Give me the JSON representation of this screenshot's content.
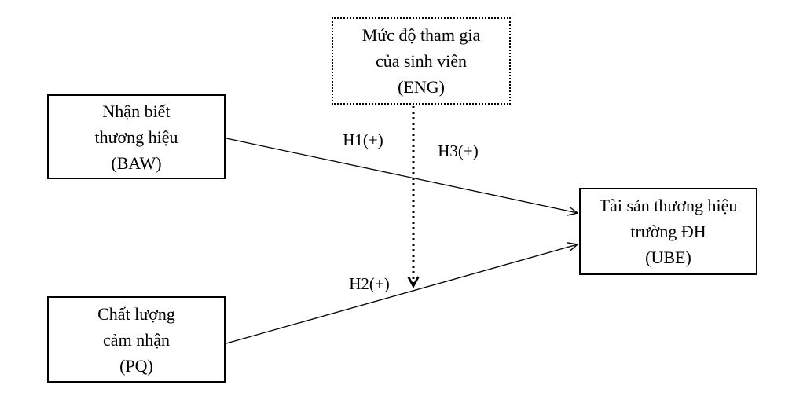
{
  "diagram": {
    "background_color": "#ffffff",
    "line_color": "#000000",
    "text_color": "#000000",
    "nodes": {
      "eng": {
        "line1": "Mức độ tham gia",
        "line2": "của sinh viên",
        "line3": "(ENG)",
        "border_style": "dotted"
      },
      "baw": {
        "line1": "Nhận biết",
        "line2": "thương hiệu",
        "line3": "(BAW)",
        "border_style": "solid"
      },
      "pq": {
        "line1": "Chất lượng",
        "line2": "cảm nhận",
        "line3": "(PQ)",
        "border_style": "solid"
      },
      "ube": {
        "line1": "Tài sản thương hiệu",
        "line2": "trường ĐH",
        "line3": "(UBE)",
        "border_style": "solid"
      }
    },
    "edges": {
      "h1": {
        "label": "H1(+)",
        "from": "baw",
        "to": "ube",
        "style": "solid"
      },
      "h2": {
        "label": "H2(+)",
        "from": "pq",
        "to": "ube",
        "style": "solid"
      },
      "h3": {
        "label": "H3(+)",
        "from": "eng",
        "to": "h2-path",
        "style": "dotted"
      }
    }
  }
}
